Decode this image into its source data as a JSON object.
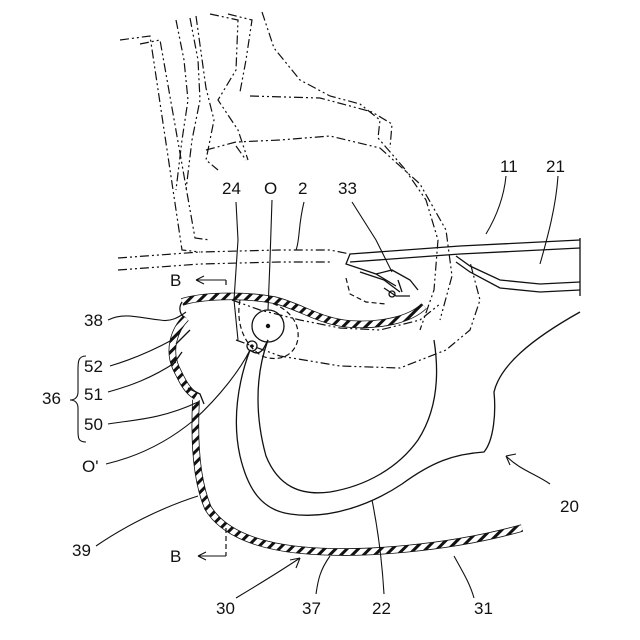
{
  "labels": {
    "n24": "24",
    "nO": "O",
    "n2": "2",
    "n33": "33",
    "n11": "11",
    "n21": "21",
    "nB_top": "B",
    "n38": "38",
    "n52": "52",
    "n51": "51",
    "n36": "36",
    "n50": "50",
    "nOprime": "O'",
    "n20": "20",
    "n39": "39",
    "nB_bottom": "B",
    "n30": "30",
    "n37": "37",
    "n22": "22",
    "n31": "31"
  }
}
